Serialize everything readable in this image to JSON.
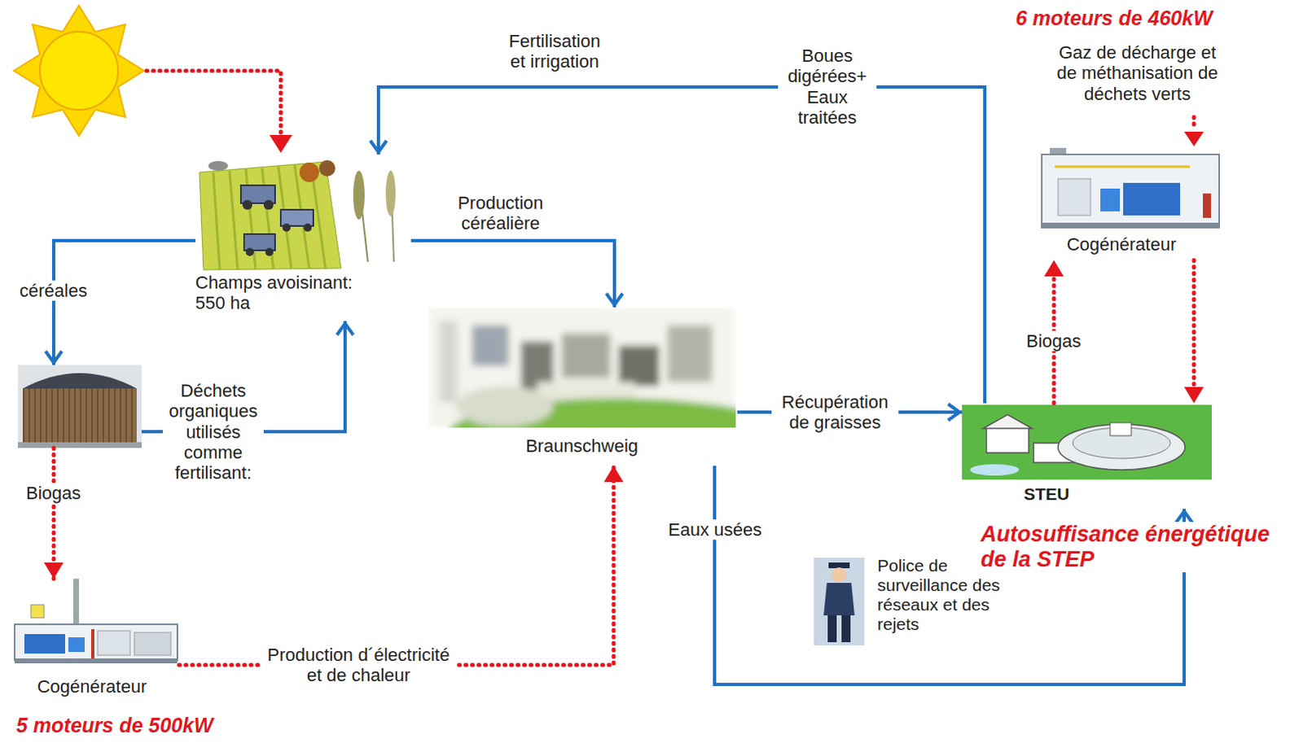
{
  "diagram": {
    "nodes": [
      {
        "text": [
          "Champs avoisinant: 550 ha"
        ]
      },
      {
        "text": [
          "Braunschweig"
        ]
      },
      {
        "text": [
          "Cogénérateur"
        ]
      },
      {
        "text": [
          "STEU"
        ]
      },
      {
        "text": []
      },
      {
        "text": [
          "Cogénérateur"
        ]
      },
      {
        "text": [
          "Police de surveillance des réseaux et des rejets"
        ]
      }
    ],
    "edges": [
      {
        "from": 3,
        "to": 0,
        "label": "Boues digérées+ Eaux traitées",
        "arrow": "to"
      },
      {
        "from": 0,
        "to": 1,
        "label": "Production céréalière",
        "arrow": "to"
      },
      {
        "from": 0,
        "to": 4,
        "label": "céréales",
        "arrow": "to"
      },
      {
        "from": 4,
        "to": 0,
        "label": "Déchets organiques utilisés comme fertilisant:",
        "arrow": "to"
      },
      {
        "from": 1,
        "to": 3,
        "label": "Récupération de graisses",
        "arrow": "to"
      },
      {
        "from": 3,
        "to": 2,
        "label": "Biogas",
        "arrow": "to"
      },
      {
        "from": 2,
        "to": 3,
        "arrow": "to"
      },
      {
        "from": 4,
        "to": 5,
        "label": "Biogas",
        "arrow": "to"
      },
      {
        "from": 5,
        "to": 1,
        "label": "Production d´électricité et de chaleur",
        "arrow": "to"
      },
      {
        "from": 1,
        "to": 3,
        "label": "Eaux usées",
        "arrow": "to"
      }
    ],
    "labels": [
      "Fertilisation et irrigation",
      "6 moteurs de 460kW",
      "Gaz de décharge et de méthanisation de déchets verts",
      "Autosuffisance énergétique de la STEP",
      "5 moteurs de 500kW"
    ]
  }
}
